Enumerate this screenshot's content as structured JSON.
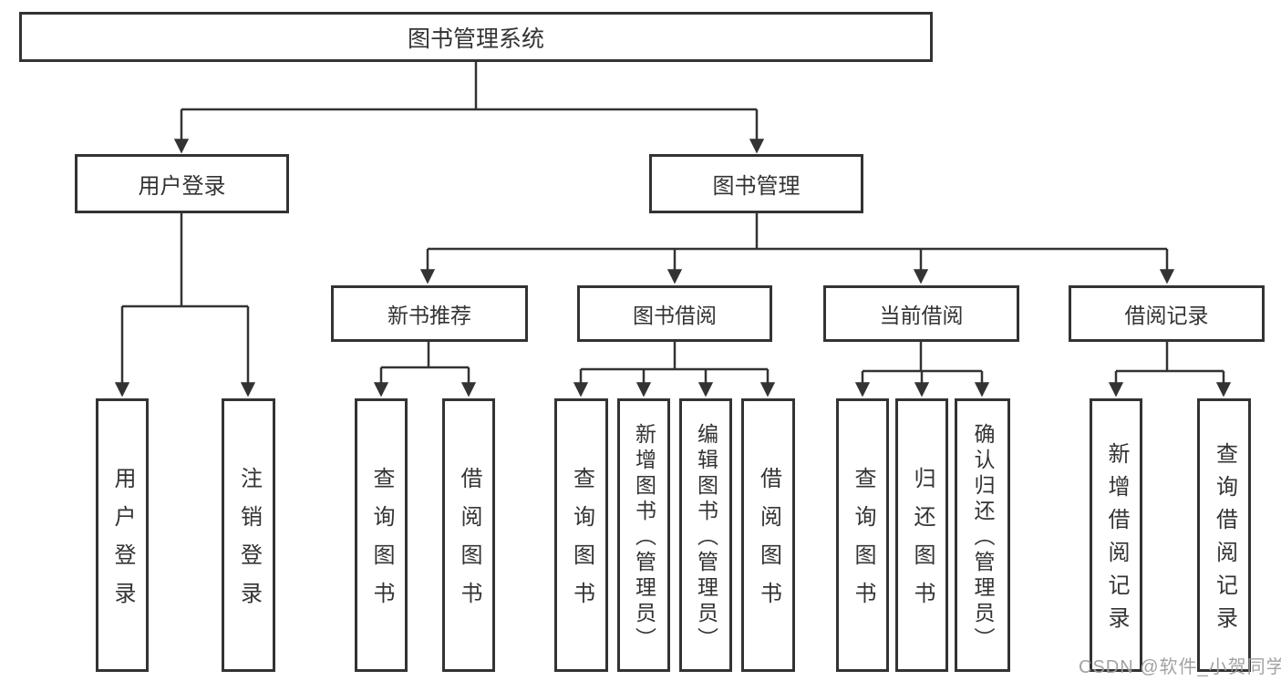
{
  "diagram": {
    "type": "tree",
    "root": {
      "label": "图书管理系统"
    },
    "level2": [
      {
        "label": "用户登录"
      },
      {
        "label": "图书管理"
      }
    ],
    "level3": [
      {
        "label": "新书推荐",
        "parent": "图书管理"
      },
      {
        "label": "图书借阅",
        "parent": "图书管理"
      },
      {
        "label": "当前借阅",
        "parent": "图书管理"
      },
      {
        "label": "借阅记录",
        "parent": "图书管理"
      }
    ],
    "leaves": [
      {
        "label": "用户登录",
        "parent": "用户登录"
      },
      {
        "label": "注销登录",
        "parent": "用户登录"
      },
      {
        "label": "查询图书",
        "parent": "新书推荐"
      },
      {
        "label": "借阅图书",
        "parent": "新书推荐"
      },
      {
        "label": "查询图书",
        "parent": "图书借阅"
      },
      {
        "label": "新增图书（管理员）",
        "parent": "图书借阅"
      },
      {
        "label": "编辑图书（管理员）",
        "parent": "图书借阅"
      },
      {
        "label": "借阅图书",
        "parent": "图书借阅"
      },
      {
        "label": "查询图书",
        "parent": "当前借阅"
      },
      {
        "label": "归还图书",
        "parent": "当前借阅"
      },
      {
        "label": "确认归还（管理员）",
        "parent": "当前借阅"
      },
      {
        "label": "新增借阅记录",
        "parent": "借阅记录"
      },
      {
        "label": "查询借阅记录",
        "parent": "借阅记录"
      }
    ]
  },
  "watermark": {
    "text": "CSDN @软件_小贺同学"
  },
  "colors": {
    "line": "#333333",
    "text": "#333333",
    "box_background": "#ffffff",
    "watermark": "#9e9e9e",
    "background": "#ffffff"
  }
}
